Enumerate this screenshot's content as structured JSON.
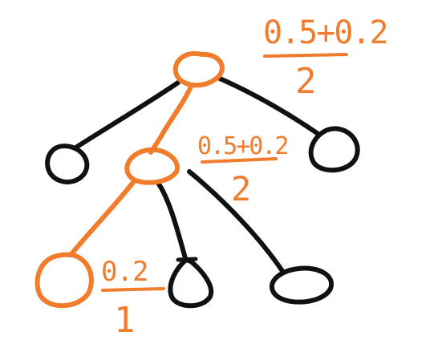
{
  "colors": {
    "highlight": "#f07c2c",
    "ink": "#111111",
    "background": "#ffffff"
  },
  "annotations": {
    "root": {
      "numerator": "0.5+0.2",
      "denominator": "2"
    },
    "middle": {
      "numerator": "0.5+0.2",
      "denominator": "2"
    },
    "leaf": {
      "numerator": "0.2",
      "denominator": "1"
    }
  },
  "tree": {
    "nodes": [
      {
        "id": "root",
        "highlighted": true
      },
      {
        "id": "left-child",
        "highlighted": false
      },
      {
        "id": "middle-child",
        "highlighted": true
      },
      {
        "id": "right-child",
        "highlighted": false
      },
      {
        "id": "leaf-highlighted",
        "highlighted": true
      },
      {
        "id": "leaf-small",
        "highlighted": false
      },
      {
        "id": "leaf-right",
        "highlighted": false
      }
    ],
    "edges": [
      {
        "from": "root",
        "to": "left-child",
        "highlighted": false
      },
      {
        "from": "root",
        "to": "right-child",
        "highlighted": false
      },
      {
        "from": "root",
        "to": "middle-child",
        "highlighted": true
      },
      {
        "from": "middle-child",
        "to": "leaf-highlighted",
        "highlighted": true
      },
      {
        "from": "middle-child",
        "to": "leaf-small",
        "highlighted": false
      },
      {
        "from": "middle-child",
        "to": "leaf-right",
        "highlighted": false
      }
    ]
  }
}
